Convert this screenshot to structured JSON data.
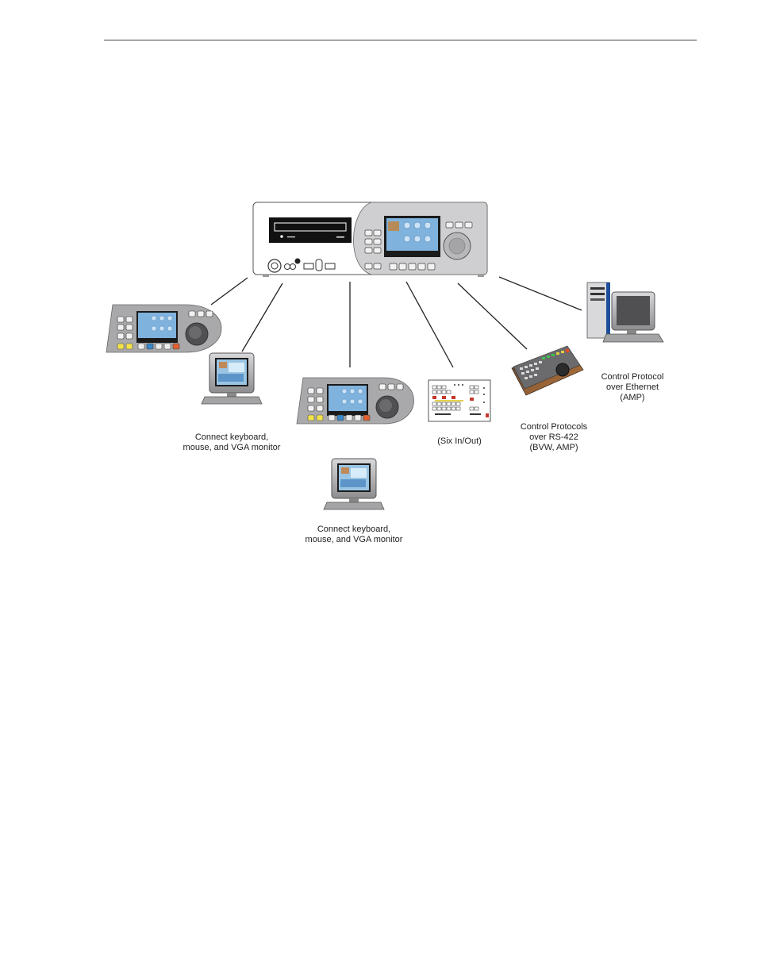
{
  "captions": {
    "vga_left": [
      "Connect keyboard,",
      "mouse, and VGA monitor"
    ],
    "vga_center": [
      "Connect keyboard,",
      "mouse, and VGA monitor"
    ],
    "six_io": [
      "(Six In/Out)"
    ],
    "rs422": [
      "Control Protocols",
      "over RS-422",
      "(BVW, AMP)"
    ],
    "ethernet": [
      "Control Protocol",
      "over Ethernet",
      "(AMP)"
    ]
  },
  "colors": {
    "panel_gray": "#a9a9ab",
    "panel_light": "#d4d4d6",
    "screen_blue": "#7fb2dc",
    "button_yellow": "#f2e24a",
    "button_blue": "#3a86c8",
    "button_red": "#e06030",
    "tower_blue": "#1f4f9a",
    "line": "#222222"
  }
}
